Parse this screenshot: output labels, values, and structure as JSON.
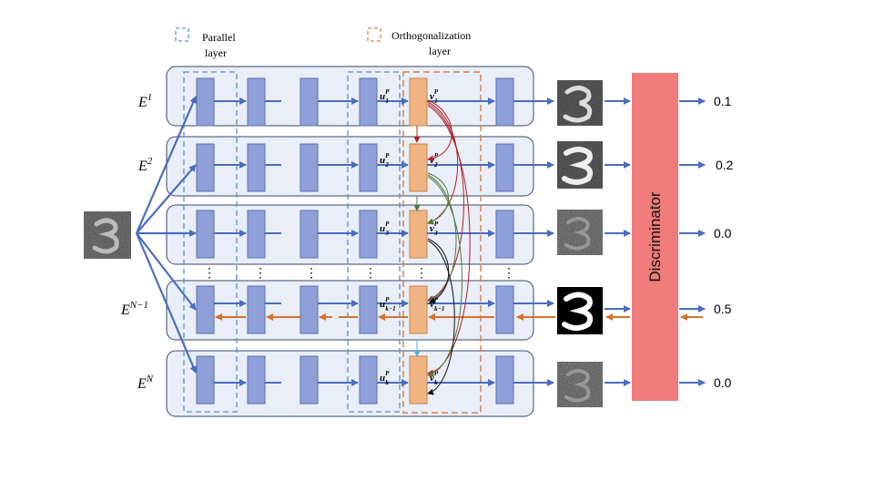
{
  "legend": {
    "parallel_line1": "Parallel",
    "parallel_line2": "layer",
    "ortho_line1": "Orthogonalization",
    "ortho_line2": "layer"
  },
  "rows": [
    {
      "label_base": "E",
      "label_sup": "1",
      "u": "u",
      "u_sup": "P",
      "u_sub": "1",
      "v": "v",
      "v_sup": "P",
      "v_sub": "1",
      "output": "0.1"
    },
    {
      "label_base": "E",
      "label_sup": "2",
      "u": "u",
      "u_sup": "P",
      "u_sub": "2",
      "v": "v",
      "v_sup": "P",
      "v_sub": "2",
      "output": "0.2"
    },
    {
      "label_base": "",
      "label_sup": "",
      "u": "u",
      "u_sup": "P",
      "u_sub": "3",
      "v": "v",
      "v_sup": "P",
      "v_sub": "3",
      "output": "0.0"
    },
    {
      "label_base": "E",
      "label_sup": "N−1",
      "u": "u",
      "u_sup": "P",
      "u_sub": "k−1",
      "v": "v",
      "v_sup": "P",
      "v_sub": "k−1",
      "output": "0.5"
    },
    {
      "label_base": "E",
      "label_sup": "N",
      "u": "u",
      "u_sup": "P",
      "u_sub": "k",
      "v": "v",
      "v_sup": "P",
      "v_sub": "k",
      "output": "0.0"
    }
  ],
  "discriminator": "Discriminator",
  "ellipsis": "⋮",
  "colors": {
    "block": "#8f9fd8",
    "block_stroke": "#5a6fb5",
    "ortho_block": "#f0b483",
    "ortho_block_stroke": "#c7834c",
    "row_bg": "#e9eef8",
    "arrow_forward": "#4a6cc0",
    "arrow_backward": "#d8722a",
    "discriminator": "#ef7b7b",
    "parallel_dash": "#5b8fd6",
    "ortho_dash": "#d8834c",
    "red_link": "#b52020",
    "green_link": "#4f7a3a",
    "black_link": "#111111",
    "cyan_link": "#4fb4e6"
  }
}
